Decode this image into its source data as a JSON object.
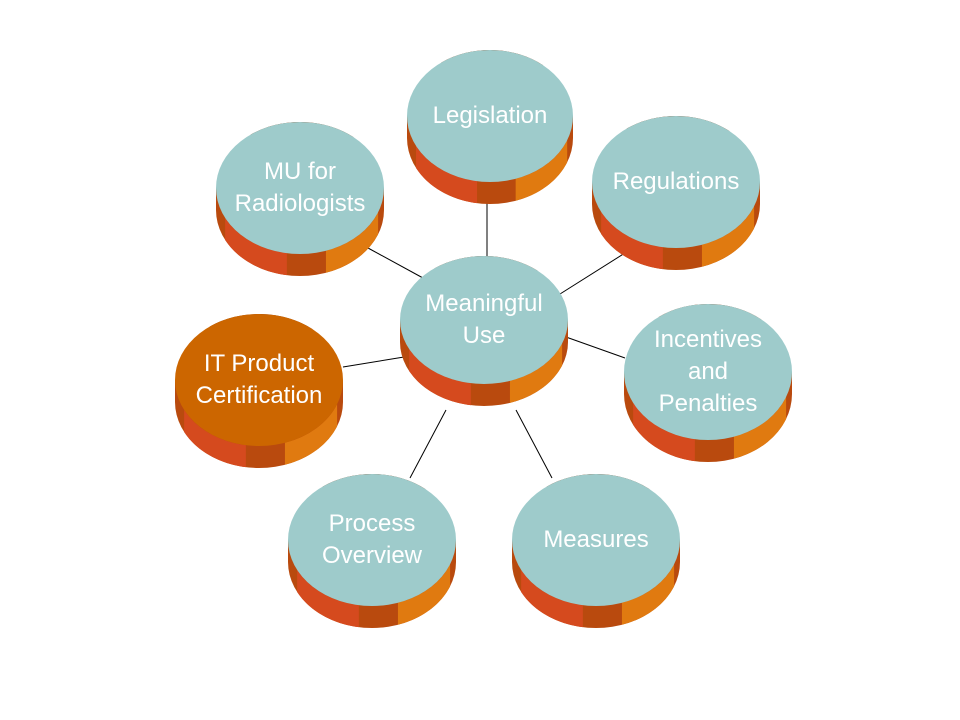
{
  "diagram": {
    "colors": {
      "disc_top": "#9ecbcb",
      "disc_top_highlight": "#cc6600",
      "side_base": "#b94a0e",
      "side_segment_a": "#8a3a10",
      "side_segment_b": "#d54a1e",
      "side_segment_c": "#e07a10",
      "connector": "#000000",
      "label": "#ffffff"
    },
    "center": {
      "id": "meaningful-use",
      "lines": [
        "Meaningful",
        "Use"
      ]
    },
    "nodes": [
      {
        "id": "legislation",
        "lines": [
          "Legislation"
        ],
        "highlighted": false
      },
      {
        "id": "regulations",
        "lines": [
          "Regulations"
        ],
        "highlighted": false
      },
      {
        "id": "incentives-and-penalties",
        "lines": [
          "Incentives",
          "and",
          "Penalties"
        ],
        "highlighted": false
      },
      {
        "id": "measures",
        "lines": [
          "Measures"
        ],
        "highlighted": false
      },
      {
        "id": "process-overview",
        "lines": [
          "Process",
          "Overview"
        ],
        "highlighted": false
      },
      {
        "id": "it-product-certification",
        "lines": [
          "IT Product",
          "Certification"
        ],
        "highlighted": true
      },
      {
        "id": "mu-for-radiologists",
        "lines": [
          "MU for",
          "Radiologists"
        ],
        "highlighted": false
      }
    ]
  }
}
